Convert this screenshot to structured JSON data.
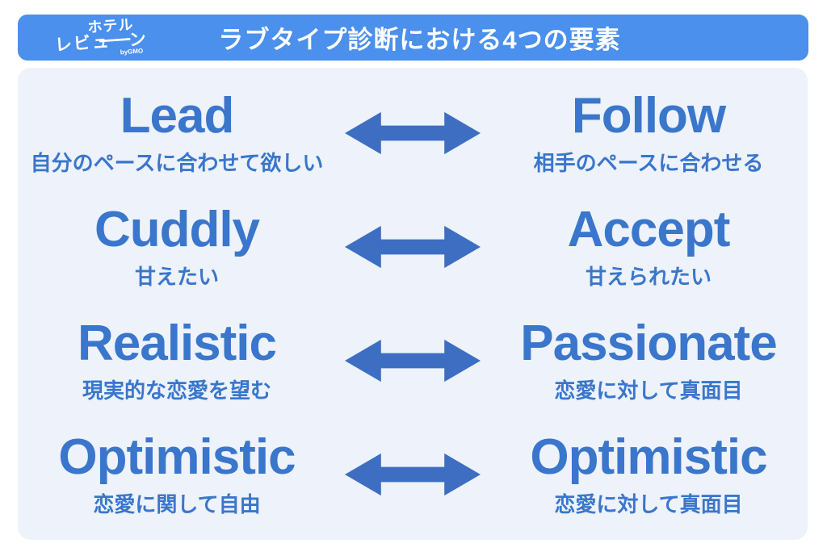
{
  "brand": {
    "logo_line1": "ホテル",
    "logo_line2_left": "レビュ",
    "logo_line2_dash": "ー",
    "logo_line2_right": "ン",
    "logo_sub": "byGMO"
  },
  "header": {
    "title": "ラブタイプ診断における4つの要素"
  },
  "rows": [
    {
      "left": {
        "term": "Lead",
        "desc": "自分のペースに合わせて欲しい"
      },
      "right": {
        "term": "Follow",
        "desc": "相手のペースに合わせる"
      }
    },
    {
      "left": {
        "term": "Cuddly",
        "desc": "甘えたい"
      },
      "right": {
        "term": "Accept",
        "desc": "甘えられたい"
      }
    },
    {
      "left": {
        "term": "Realistic",
        "desc": "現実的な恋愛を望む"
      },
      "right": {
        "term": "Passionate",
        "desc": "恋愛に対して真面目"
      }
    },
    {
      "left": {
        "term": "Optimistic",
        "desc": "恋愛に関して自由"
      },
      "right": {
        "term": "Optimistic",
        "desc": "恋愛に対して真面目"
      }
    }
  ],
  "colors": {
    "header_bg": "#4a90ec",
    "panel_bg": "#edf2fb",
    "text_blue": "#3a76cb",
    "arrow_blue": "#3d6ec2",
    "title_text": "#ffffff"
  }
}
